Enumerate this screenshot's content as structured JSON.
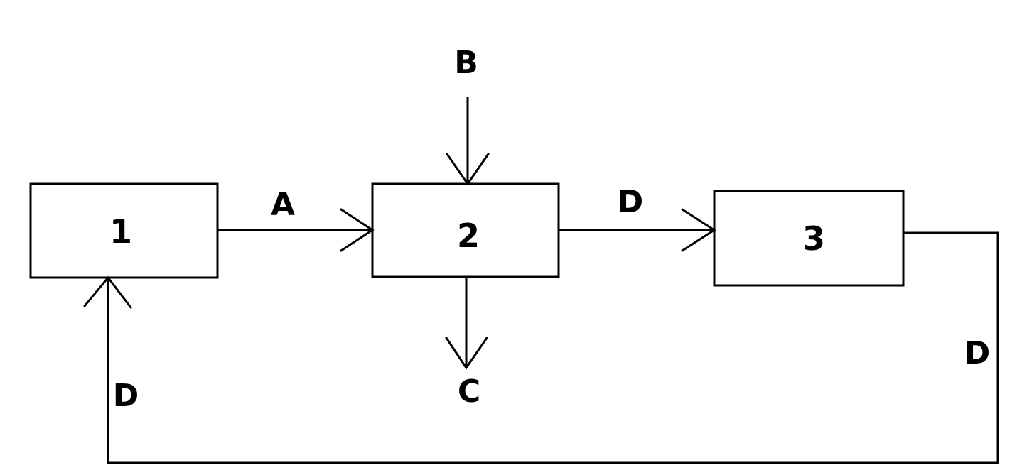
{
  "diagram": {
    "nodes": [
      {
        "id": "1",
        "label": "1"
      },
      {
        "id": "2",
        "label": "2"
      },
      {
        "id": "3",
        "label": "3"
      }
    ],
    "edges": [
      {
        "from": "1",
        "to": "2",
        "label": "A"
      },
      {
        "from": "external",
        "to": "2",
        "label": "B"
      },
      {
        "from": "2",
        "to": "external",
        "label": "C"
      },
      {
        "from": "2",
        "to": "3",
        "label": "D"
      },
      {
        "from": "3",
        "to": "1",
        "label": "D"
      }
    ],
    "labels": {
      "box1": "1",
      "box2": "2",
      "box3": "3",
      "a": "A",
      "b": "B",
      "c": "C",
      "d_top": "D",
      "d_right": "D",
      "d_left": "D"
    },
    "colors": {
      "stroke": "#000000",
      "background": "#ffffff"
    }
  }
}
